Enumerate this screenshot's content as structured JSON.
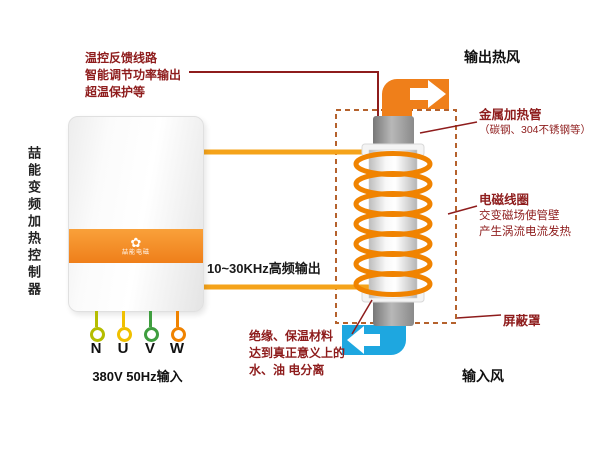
{
  "colors": {
    "annotation": "#8e1c1c",
    "pipe_orange": "#ef7f1a",
    "coil_orange": "#f08300",
    "wire_orange": "#f5a31a",
    "pipe_blue": "#1ea7e0",
    "shield_dash": "#b5622d",
    "text_dark": "#111111"
  },
  "controller": {
    "side_label": "喆能变频加热控制器",
    "logo_text": "喆能电磁",
    "power_label": "380V 50Hz输入",
    "terminals": [
      {
        "label": "N",
        "color": "#b5bd00"
      },
      {
        "label": "U",
        "color": "#f0c000"
      },
      {
        "label": "V",
        "color": "#3f9e3f"
      },
      {
        "label": "W",
        "color": "#f08300"
      }
    ]
  },
  "labels": {
    "feedback": [
      "温控反馈线路",
      "智能调节功率输出",
      "超温保护等"
    ],
    "hf_output": "10~30KHz高频输出",
    "air_out": "输出热风",
    "air_in": "输入风",
    "metal_tube": [
      "金属加热管",
      "（碳钢、304不锈钢等）"
    ],
    "coil": [
      "电磁线圈",
      "交变磁场使管壁",
      "产生涡流电流发热"
    ],
    "shield": "屏蔽罩",
    "insulation": [
      "绝缘、保温材料",
      "达到真正意义上的",
      "水、油 电分离"
    ]
  }
}
